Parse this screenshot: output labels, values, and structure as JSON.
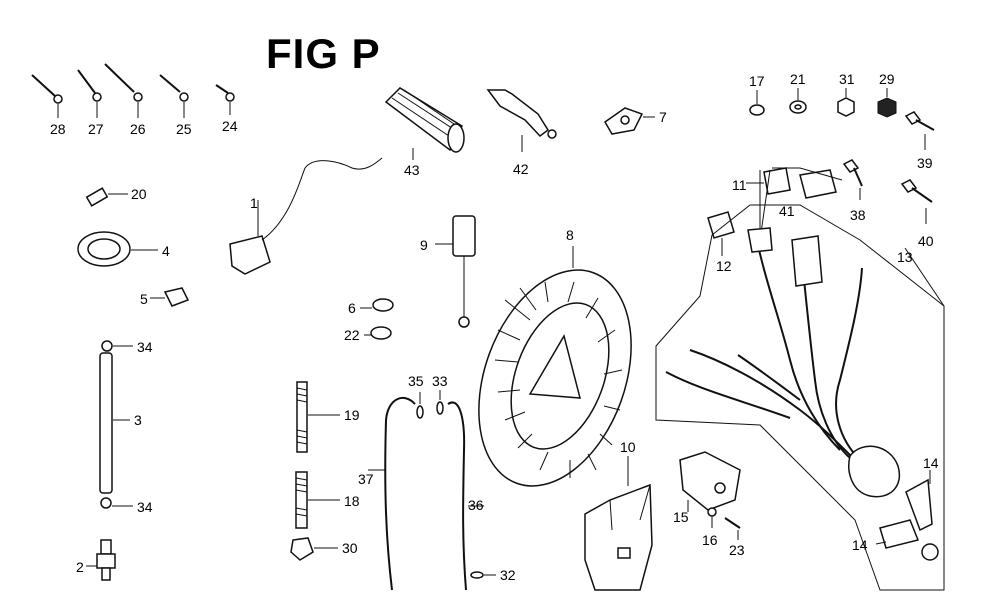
{
  "title": "FIG P",
  "labels": {
    "p28": "28",
    "p27": "27",
    "p26": "26",
    "p25": "25",
    "p24": "24",
    "p20": "20",
    "p4": "4",
    "p5": "5",
    "p34a": "34",
    "p3": "3",
    "p34b": "34",
    "p2": "2",
    "p1": "1",
    "p43": "43",
    "p42": "42",
    "p7": "7",
    "p9": "9",
    "p6": "6",
    "p22": "22",
    "p8": "8",
    "p35": "35",
    "p33": "33",
    "p19": "19",
    "p18": "18",
    "p30": "30",
    "p37": "37",
    "p36": "36",
    "p32": "32",
    "p10": "10",
    "p15": "15",
    "p16": "16",
    "p23": "23",
    "p17": "17",
    "p21": "21",
    "p31": "31",
    "p29": "29",
    "p39": "39",
    "p38": "38",
    "p40": "40",
    "p11": "11",
    "p41": "41",
    "p12": "12",
    "p13": "13",
    "p14a": "14",
    "p14b": "14"
  }
}
